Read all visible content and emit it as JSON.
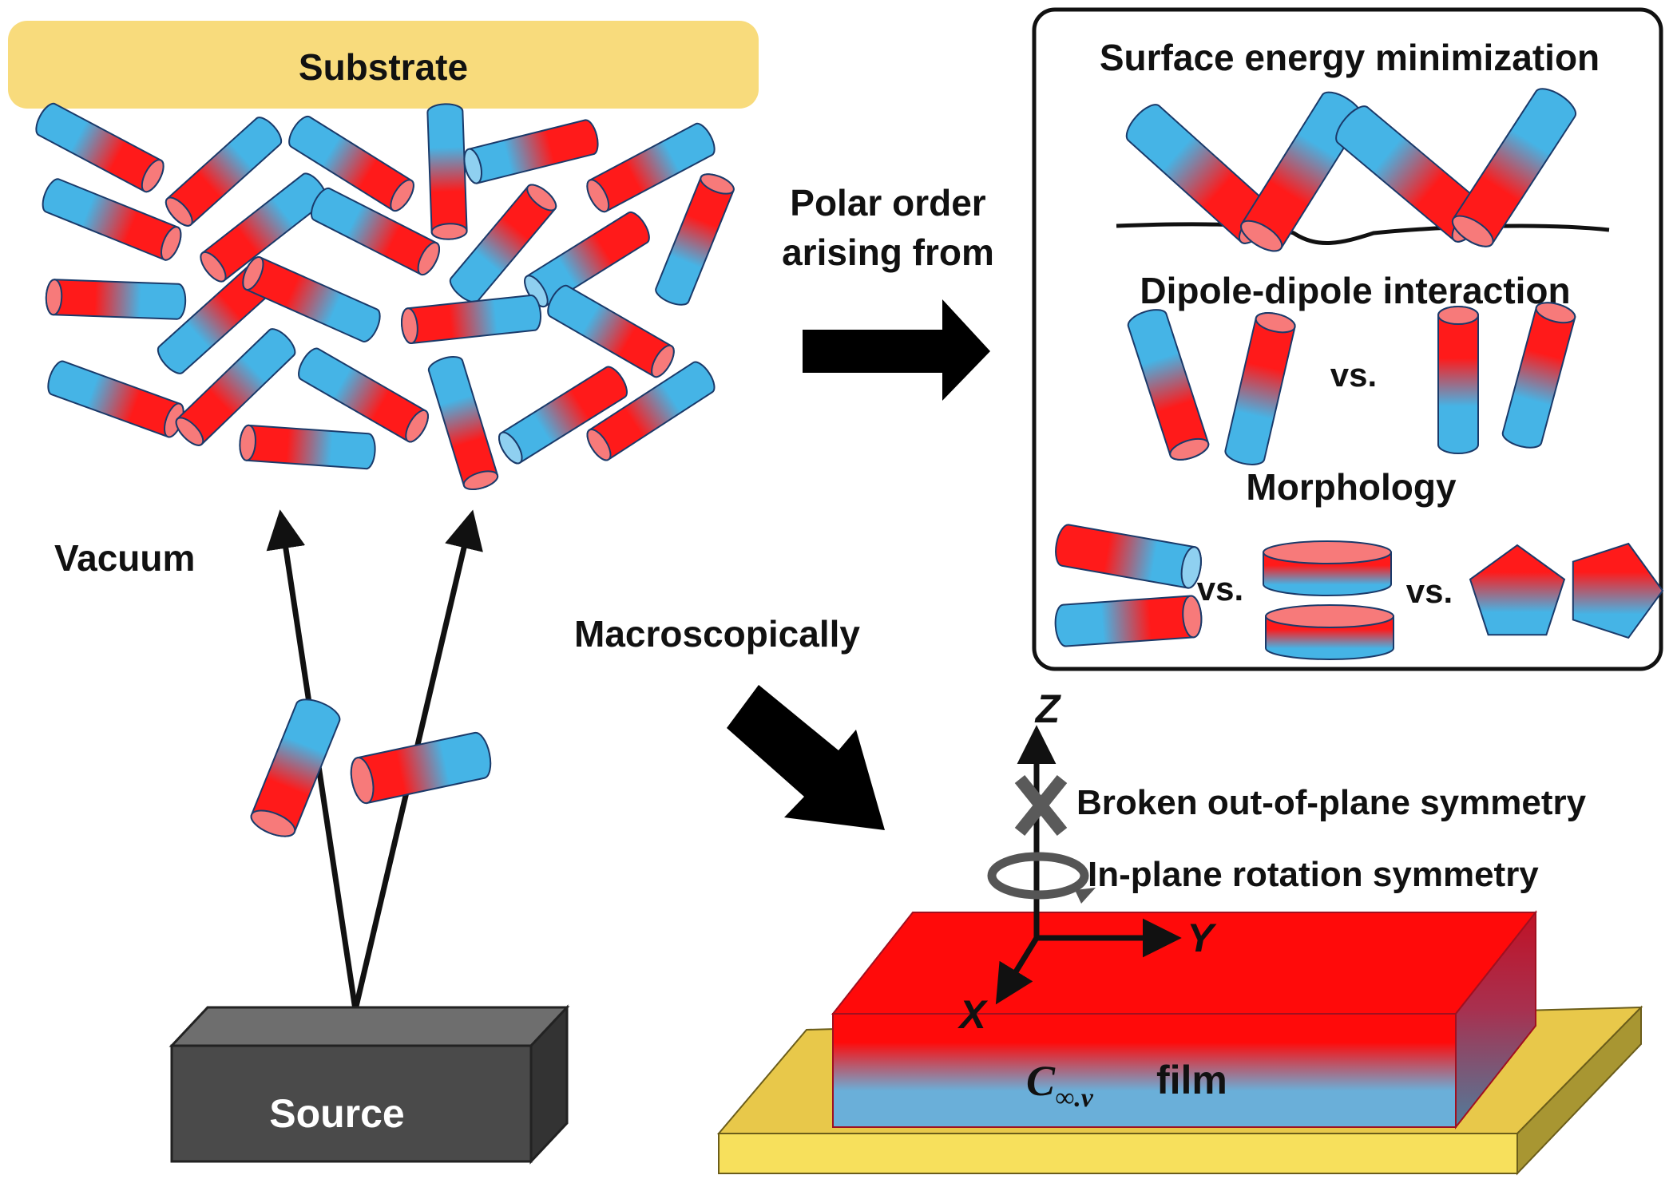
{
  "labels": {
    "substrate": "Substrate",
    "vacuum": "Vacuum",
    "source": "Source",
    "polar_order_line1": "Polar order",
    "polar_order_line2": "arising from",
    "macroscopically": "Macroscopically",
    "surface_energy": "Surface energy minimization",
    "dipole_dipole": "Dipole-dipole interaction",
    "morphology": "Morphology",
    "vs": "vs.",
    "axis_z": "Z",
    "axis_y": "Y",
    "axis_x": "X",
    "broken_symmetry": "Broken out-of-plane symmetry",
    "in_plane_rotation": "In-plane rotation symmetry",
    "film_symbol": "C",
    "film_subscript": "∞.v",
    "film_word": "film"
  },
  "colors": {
    "dipole_red": "#ff1a1a",
    "dipole_blue": "#45b4e6",
    "substrate_yellow": "#f8db7c",
    "source_box": "#555555",
    "film_top": "#ff0a0a",
    "film_base_blue": "#6aafd9",
    "film_substrate": "#f2d24a"
  }
}
